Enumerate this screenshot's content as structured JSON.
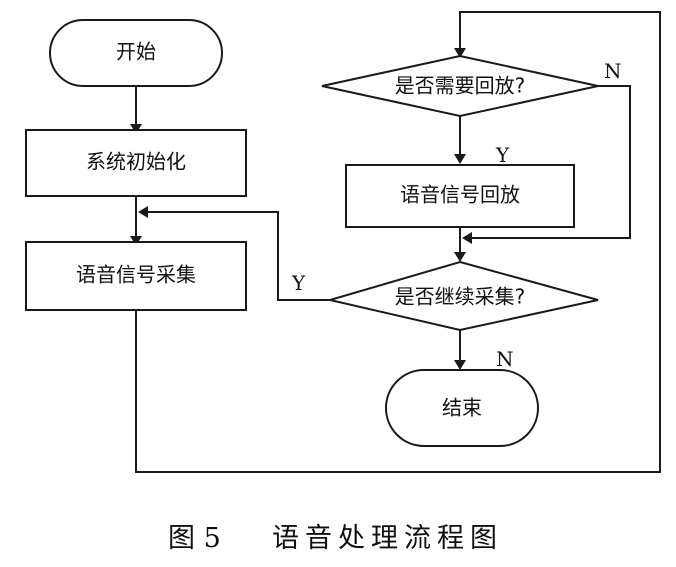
{
  "nodes": {
    "start": "开始",
    "init": "系统初始化",
    "collect": "语音信号采集",
    "need_playback": "是否需要回放?",
    "playback": "语音信号回放",
    "continue_collect": "是否继续采集?",
    "end": "结束"
  },
  "branches": {
    "playback_yes": "Y",
    "playback_no": "N",
    "continue_yes": "Y",
    "continue_no": "N"
  },
  "caption": {
    "label": "图 5",
    "title": "语音处理流程图"
  }
}
